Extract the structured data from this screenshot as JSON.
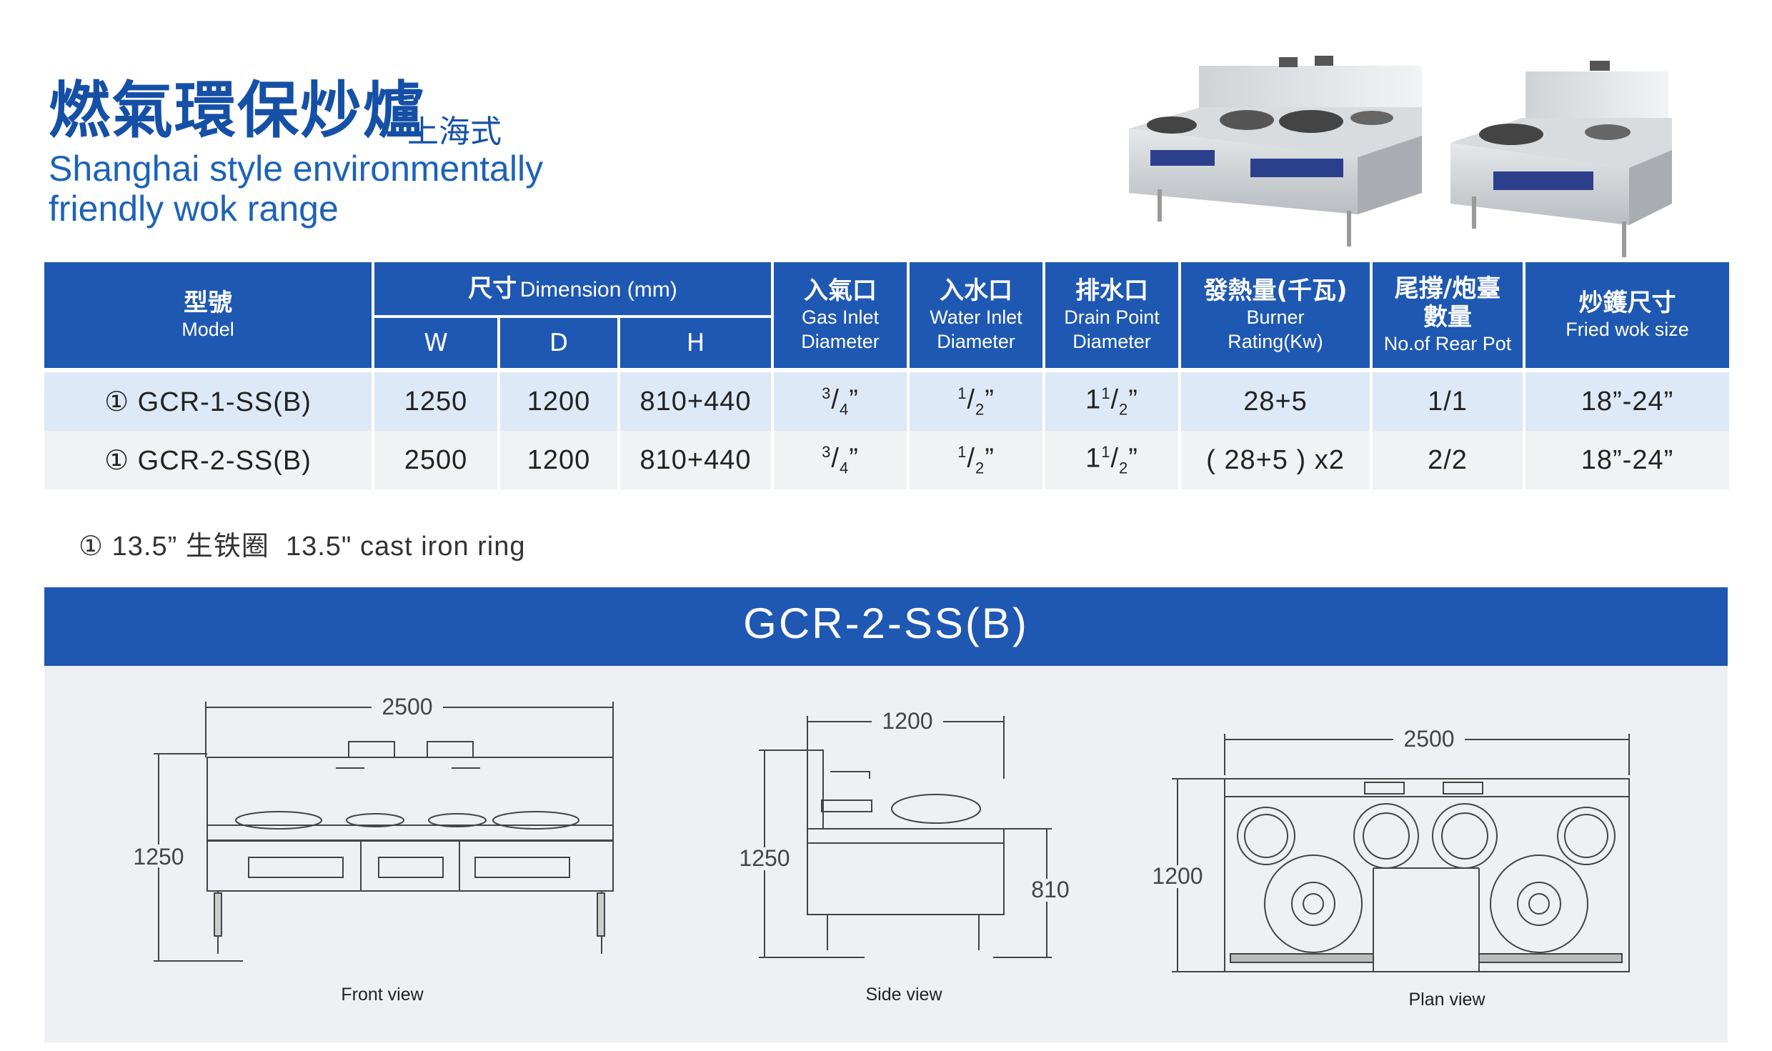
{
  "header": {
    "title_zh": "燃氣環保炒爐",
    "title_sub": "上海式",
    "title_en_line1": "Shanghai style environmentally",
    "title_en_line2": "friendly wok range"
  },
  "table": {
    "model_zh": "型號",
    "model_en": "Model",
    "dimension_zh": "尺寸",
    "dimension_en": "Dimension (mm)",
    "w": "W",
    "d": "D",
    "h": "H",
    "gas_zh": "入氣口",
    "gas_en1": "Gas Inlet",
    "gas_en2": "Diameter",
    "water_zh": "入水口",
    "water_en1": "Water Inlet",
    "water_en2": "Diameter",
    "drain_zh": "排水口",
    "drain_en1": "Drain Point",
    "drain_en2": "Diameter",
    "burner_zh": "發熱量(千瓦)",
    "burner_en1": "Burner",
    "burner_en2": "Rating(Kw)",
    "rear_zh1": "尾撐/炮臺",
    "rear_zh2": "數量",
    "rear_en": "No.of Rear Pot",
    "wok_zh": "炒鑊尺寸",
    "wok_en": "Fried wok size",
    "rows": [
      {
        "model": "① GCR-1-SS(B)",
        "w": "1250",
        "d": "1200",
        "h": "810+440",
        "burner": "28+5",
        "rear": "1/1",
        "wok": "18”-24”"
      },
      {
        "model": "① GCR-2-SS(B)",
        "w": "2500",
        "d": "1200",
        "h": "810+440",
        "burner": "( 28+5 ) x2",
        "rear": "2/2",
        "wok": "18”-24”"
      }
    ]
  },
  "note": {
    "mark": "①",
    "inches": "13.5”",
    "zh": "生铁圈",
    "en": "13.5\" cast iron ring"
  },
  "drawing": {
    "title": "GCR-2-SS(B)",
    "front": {
      "label": "Front view",
      "width": "2500",
      "height": "1250"
    },
    "side": {
      "label": "Side view",
      "depth": "1200",
      "height": "1250",
      "counter": "810"
    },
    "plan": {
      "label": "Plan view",
      "width": "2500",
      "depth": "1200"
    }
  },
  "colors": {
    "accent": "#1f58b2",
    "title": "#1550a6",
    "row1": "#dde9f7",
    "row2": "#f1f2f4"
  }
}
